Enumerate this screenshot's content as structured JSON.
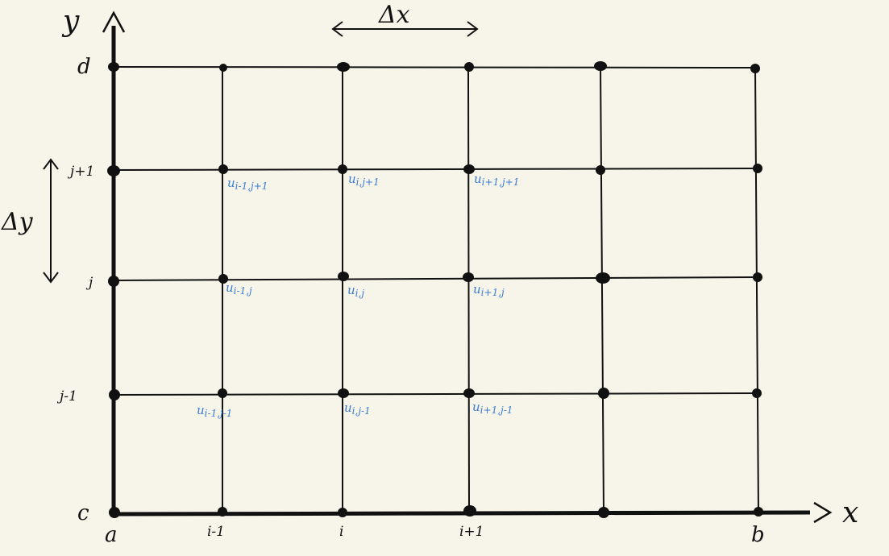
{
  "axes": {
    "x_label": "x",
    "y_label": "y",
    "x_start": "a",
    "x_end": "b",
    "y_start": "c",
    "y_end": "d"
  },
  "x_ticks": [
    "i-1",
    "i",
    "i+1"
  ],
  "y_ticks": [
    "j+1",
    "j",
    "j-1"
  ],
  "spacing": {
    "dx": "Δx",
    "dy": "Δy"
  },
  "node_labels": {
    "top": [
      "u",
      "i-1,j+1",
      "u",
      "i,j+1",
      "u",
      "i+1,j+1"
    ],
    "mid": [
      "u",
      "i-1,j",
      "u",
      "i,j",
      "u",
      "i+1,j"
    ],
    "bot": [
      "u",
      "i-1,j-1",
      "u",
      "i,j-1",
      "u",
      "i+1,j-1"
    ]
  },
  "colors": {
    "ink": "#111111",
    "label": "#3a7bd5",
    "paper": "#f7f5ea"
  }
}
